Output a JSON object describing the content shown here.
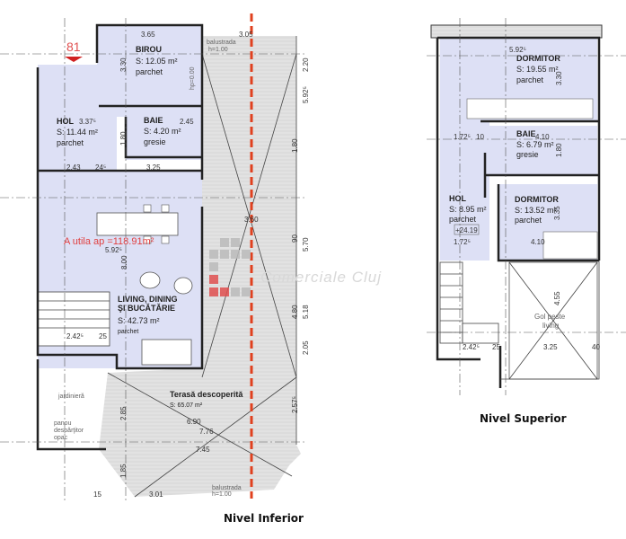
{
  "lower_level": {
    "title": "Nivel Inferior",
    "apartment_number": "81",
    "usable_area": "A utila ap =118.91m²",
    "rooms": [
      {
        "name": "BIROU",
        "area": "S: 12.05 m²",
        "floor": "parchet"
      },
      {
        "name": "HOL",
        "area": "S: 11.44 m²",
        "floor": "parchet"
      },
      {
        "name": "BAIE",
        "area": "S: 4.20 m²",
        "floor": "gresie"
      },
      {
        "name": "LIVING, DINING",
        "name2": "ŞI BUCĂTĂRIE",
        "area": "S: 42.73 m²",
        "floor": "parchet"
      },
      {
        "name": "Terasă descoperită",
        "area": "S: 65.07 m²"
      }
    ],
    "notes": {
      "jardiniera": "jardinieră",
      "panel1": "panou",
      "panel2": "despărţitor",
      "panel3": "opac",
      "balustrada": "balustrada",
      "balustrada_h": "h=1.00",
      "hp": "hp=0.00"
    },
    "dimensions": [
      "3.65",
      "3.05",
      "3.30",
      "3.37⁵",
      "2.45",
      "1.80",
      "2.43",
      "24⁵",
      "3.25",
      "5.92⁵",
      "8.00",
      "3.60",
      "90",
      "5.70",
      "4.80",
      "5.18",
      "2.05",
      "2.42⁵",
      "25",
      "2.85",
      "6.90",
      "7.76",
      "7.45",
      "1.85",
      "15",
      "3.01",
      "2.57⁵",
      "2.20",
      "1.80",
      "5.92⁵"
    ]
  },
  "upper_level": {
    "title": "Nivel Superior",
    "rooms": [
      {
        "name": "DORMITOR",
        "area": "S: 19.55 m²",
        "floor": "parchet"
      },
      {
        "name": "BAIE",
        "area": "S: 6.79 m²",
        "floor": "gresie"
      },
      {
        "name": "HOL",
        "area": "S: 8.95 m²",
        "floor": "parchet"
      },
      {
        "name": "DORMITOR",
        "area": "S: 13.52 m²",
        "floor": "parchet"
      }
    ],
    "void_label1": "Gol peste",
    "void_label2": "living",
    "level_mark": "+24.19",
    "dimensions": [
      "5.92⁵",
      "3.30",
      "1.72⁵",
      "10",
      "4.10",
      "1.80",
      "3.35",
      "1.72⁵",
      "4.10",
      "4.55",
      "2.42⁵",
      "25",
      "3.25",
      "40"
    ]
  },
  "watermark": "Comerciale Cluj",
  "colors": {
    "room": "#dde0f5",
    "red_line": "#e0401e",
    "apartment_mark": "#e05050",
    "terrace": "#dcdcdc"
  }
}
